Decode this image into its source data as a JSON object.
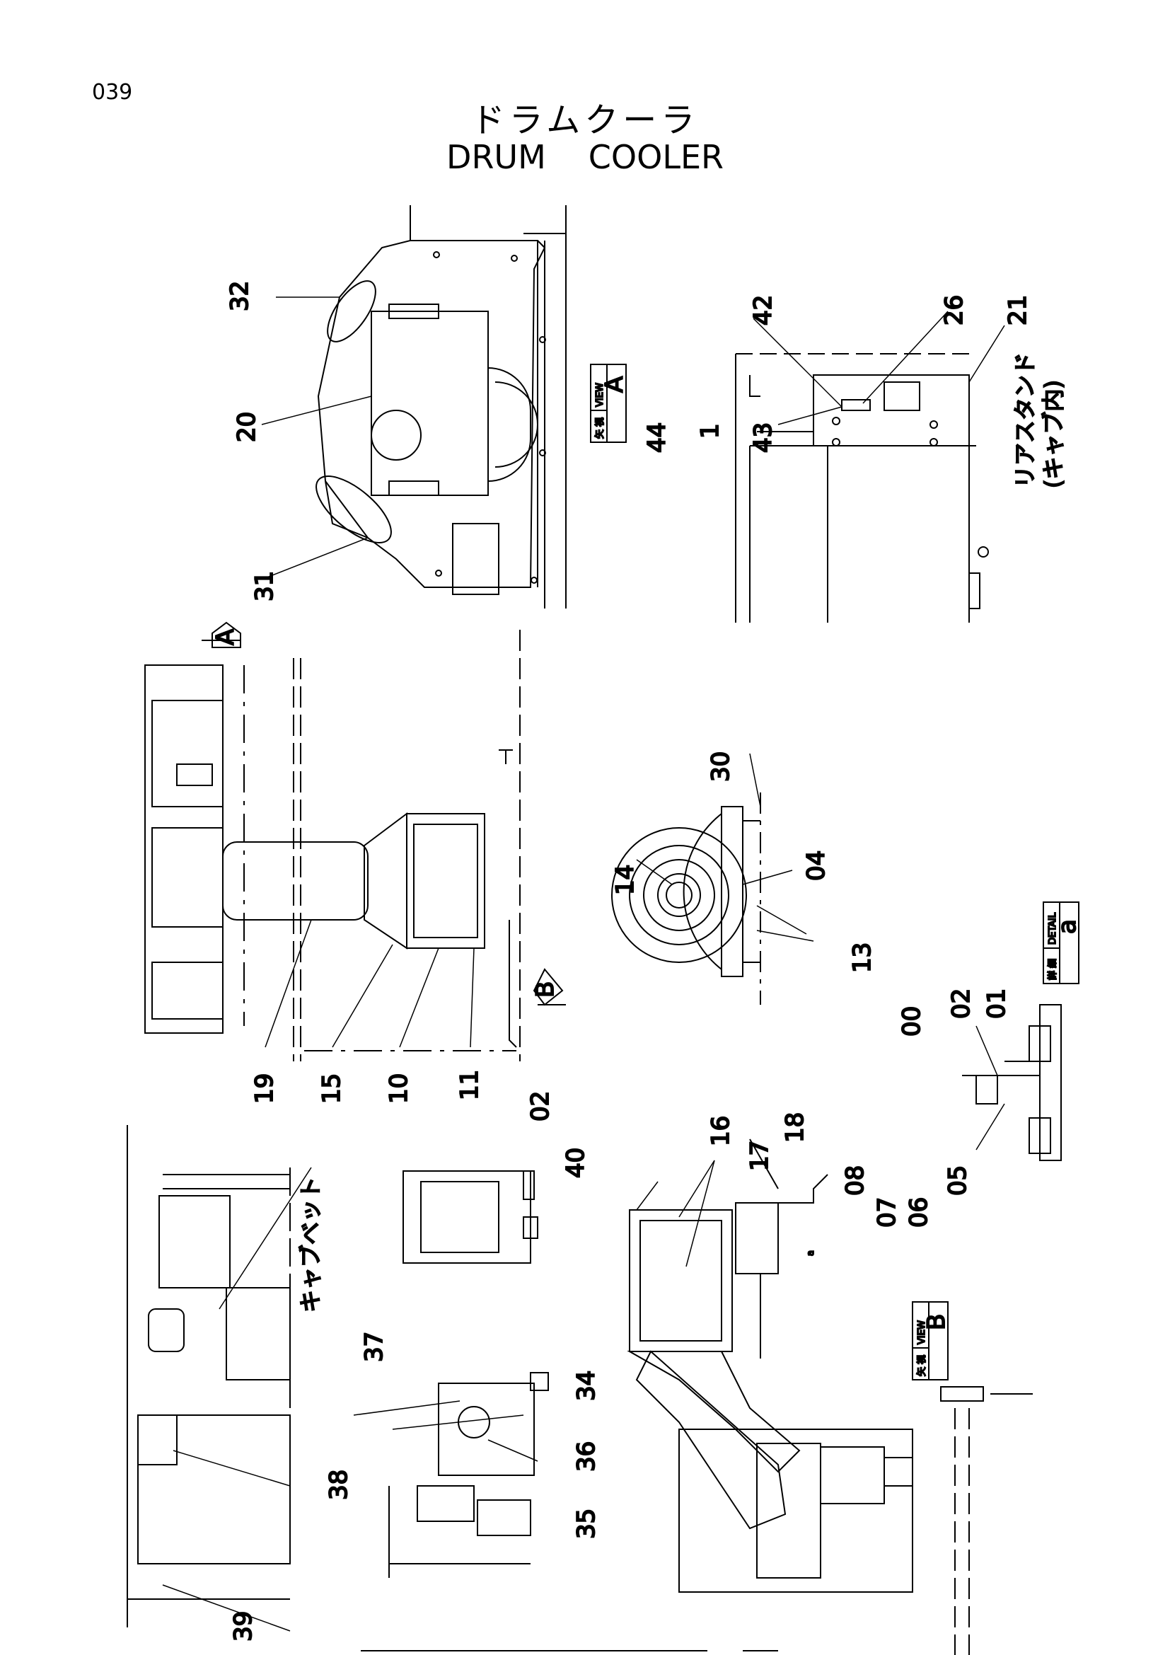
{
  "page_number": "039",
  "title_jp": "ドラムクーラ",
  "title_en_1": "DRUM",
  "title_en_2": "COOLER",
  "view_a": {
    "jp": "矢 視",
    "en": "VIEW",
    "letter": "A"
  },
  "view_b": {
    "jp": "矢 視",
    "en": "VIEW",
    "letter": "B"
  },
  "detail_a": {
    "jp": "詳 細",
    "en": "DETAIL",
    "letter": "a"
  },
  "arrow_a": "A",
  "arrow_b": "B",
  "label_rear_stand_1": "リアスタンド",
  "label_rear_stand_2": "(キャブ内)",
  "label_cab_bed": "キャブベット",
  "label_small_a": "a",
  "callouts": {
    "c00": "00",
    "c01": "01",
    "c02": "02",
    "c02b": "02",
    "c05": "05",
    "c06": "06",
    "c07": "07",
    "c08": "08",
    "c1": "1",
    "c10": "10",
    "c11": "11",
    "c13": "13",
    "c14": "14",
    "c15": "15",
    "c16": "16",
    "c17": "17",
    "c18": "18",
    "c19": "19",
    "c20": "20",
    "c21": "21",
    "c26": "26",
    "c30": "30",
    "c31": "31",
    "c32": "32",
    "c34": "34",
    "c35": "35",
    "c36": "36",
    "c37": "37",
    "c38": "38",
    "c39": "39",
    "c40": "40",
    "c42": "42",
    "c43": "43",
    "c44": "44",
    "c04": "04"
  }
}
